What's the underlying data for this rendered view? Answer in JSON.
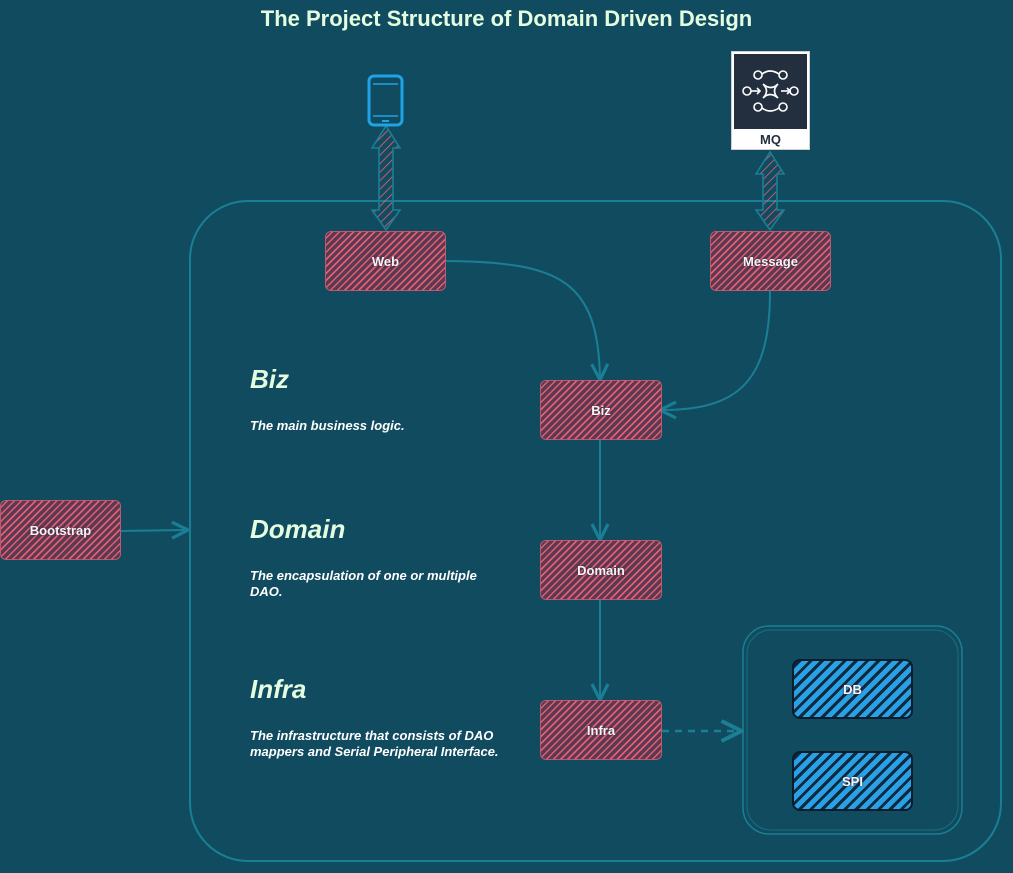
{
  "title": "The Project Structure of Domain Driven Design",
  "nodes": {
    "web": "Web",
    "message": "Message",
    "biz": "Biz",
    "domain": "Domain",
    "infra": "Infra",
    "bootstrap": "Bootstrap",
    "db": "DB",
    "spi": "SPI",
    "mq": "MQ"
  },
  "layers": {
    "biz": {
      "heading": "Biz",
      "description": "The main business logic."
    },
    "domain": {
      "heading": "Domain",
      "description": "The encapsulation of one or multiple DAO."
    },
    "infra": {
      "heading": "Infra",
      "description": "The infrastructure that consists of DAO mappers and Serial Peripheral Interface."
    }
  },
  "icons": {
    "client": "mobile-phone-icon",
    "mq": "message-queue-icon"
  },
  "colors": {
    "background": "#114b5f",
    "connector": "#1a7f94",
    "node_hatch": "#ec5f73",
    "storage_hatch": "#2aa0e6",
    "text": "#e4fde1",
    "phone": "#1fa3e6"
  }
}
